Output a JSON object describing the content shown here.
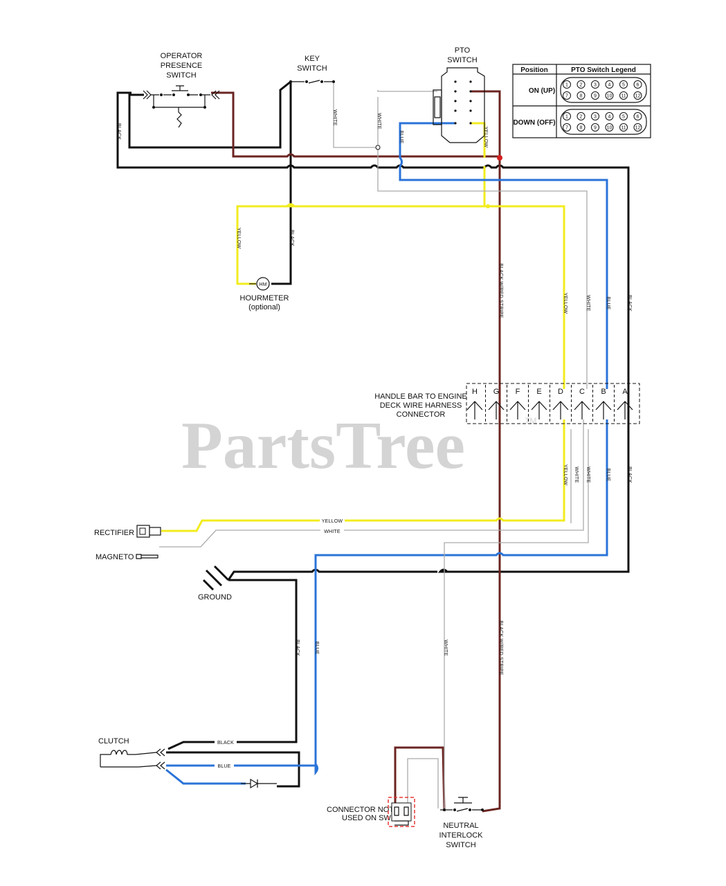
{
  "components": {
    "operator_presence_switch": [
      "OPERATOR",
      "PRESENCE",
      "SWITCH"
    ],
    "key_switch": [
      "KEY",
      "SWITCH"
    ],
    "pto_switch": [
      "PTO",
      "SWITCH"
    ],
    "hourmeter": [
      "HOURMETER",
      "(optional)"
    ],
    "hourmeter_badge": "HM",
    "harness_connector": [
      "HANDLE BAR TO ENGINE",
      "DECK WIRE HARNESS",
      "CONNECTOR"
    ],
    "rectifier": "RECTIFIER",
    "magneto": "MAGNETO",
    "ground": "GROUND",
    "clutch": "CLUTCH",
    "connector_not_used": [
      "CONNECTOR NOT",
      "USED ON SW"
    ],
    "neutral_interlock_switch": [
      "NEUTRAL",
      "INTERLOCK",
      "SWITCH"
    ]
  },
  "harness_pins": [
    "H",
    "G",
    "F",
    "E",
    "D",
    "C",
    "B",
    "A"
  ],
  "pto_legend": {
    "headers": [
      "Position",
      "PTO Switch Legend"
    ],
    "rows": [
      {
        "position": "ON (UP)",
        "top": [
          "1",
          "2",
          "3",
          "4",
          "5",
          "6"
        ],
        "bottom": [
          "7",
          "8",
          "9",
          "10",
          "11",
          "12"
        ]
      },
      {
        "position": "DOWN (OFF)",
        "top": [
          "1",
          "2",
          "3",
          "4",
          "5",
          "6"
        ],
        "bottom": [
          "7",
          "8",
          "9",
          "10",
          "11",
          "12"
        ]
      }
    ]
  },
  "wire_labels": {
    "black": "BLACK",
    "white": "WHITE",
    "yellow": "YELLOW",
    "blue": "BLUE",
    "black_red_stripe": "BLACK W/RED STRIPE"
  },
  "watermark": {
    "text": "PartsTree",
    "tm": "TM"
  },
  "colors": {
    "black_wire": "#111111",
    "red_wire": "#6b2421",
    "yellow_wire": "#f2ec1e",
    "blue_wire": "#2a73d8",
    "white_wire": "#aaaaaa",
    "connector_highlight": "#e53935"
  }
}
